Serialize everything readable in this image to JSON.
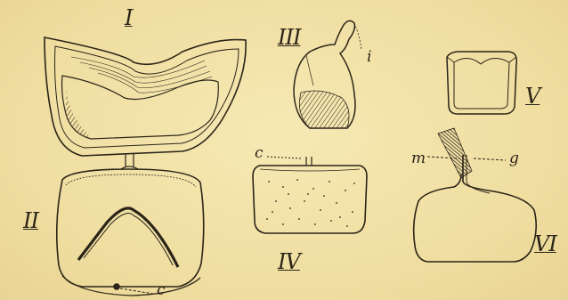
{
  "figures": {
    "I": {
      "label": "I"
    },
    "II": {
      "label": "II",
      "part": "c"
    },
    "III": {
      "label": "III",
      "part": "i"
    },
    "IV": {
      "label": "IV",
      "part": "c"
    },
    "V": {
      "label": "V"
    },
    "VI": {
      "label": "VI",
      "part_m": "m",
      "part_g": "g"
    }
  },
  "colors": {
    "paper": "#f2e3a8",
    "ink": "#2b2418"
  }
}
